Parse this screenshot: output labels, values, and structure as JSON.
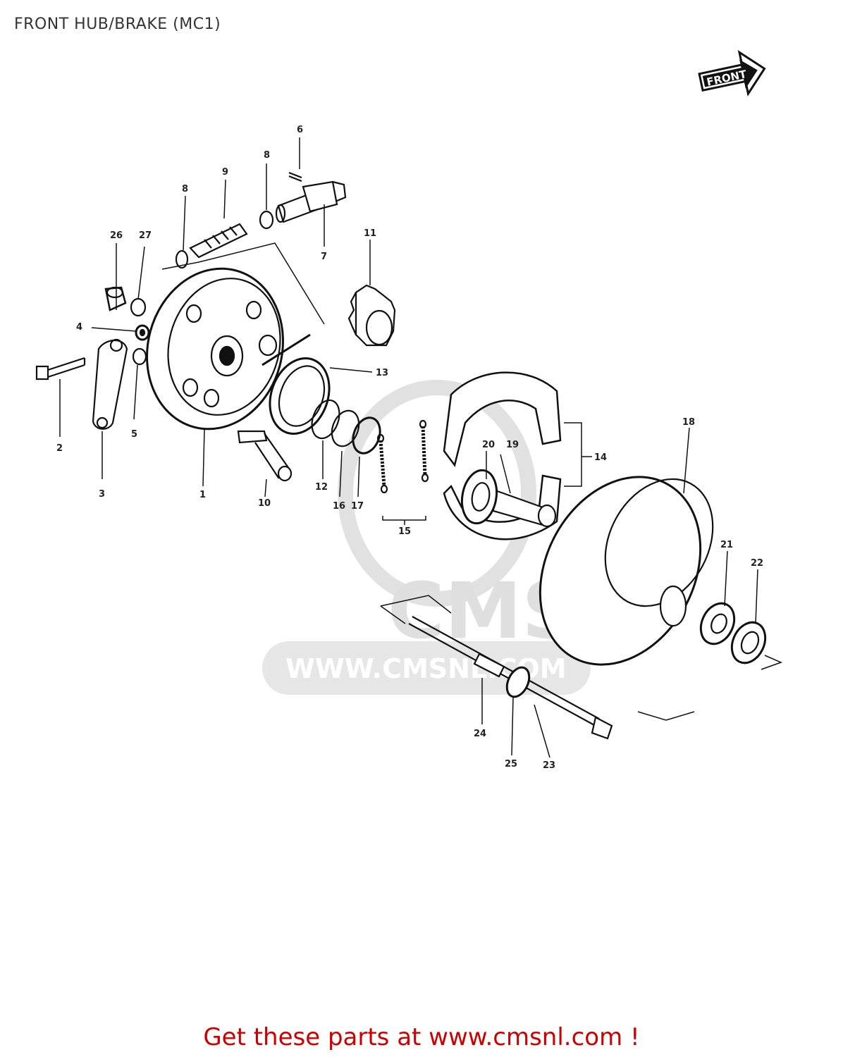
{
  "header": {
    "title": "FRONT HUB/BRAKE (MC1)"
  },
  "front_badge": {
    "label": "FRONT"
  },
  "watermark": {
    "logo": "CMS",
    "url": "WWW.CMSNL.COM"
  },
  "callouts": [
    "1",
    "2",
    "3",
    "4",
    "5",
    "6",
    "7",
    "8",
    "8",
    "9",
    "10",
    "11",
    "12",
    "13",
    "14",
    "15",
    "16",
    "17",
    "18",
    "19",
    "20",
    "21",
    "22",
    "23",
    "24",
    "25",
    "26",
    "27"
  ],
  "footer": {
    "link_text": "Get these parts at www.cmsnl.com !"
  },
  "colors": {
    "footer_text": "#cc0000",
    "line_art": "#111111",
    "watermark": "#d9d9d9"
  }
}
